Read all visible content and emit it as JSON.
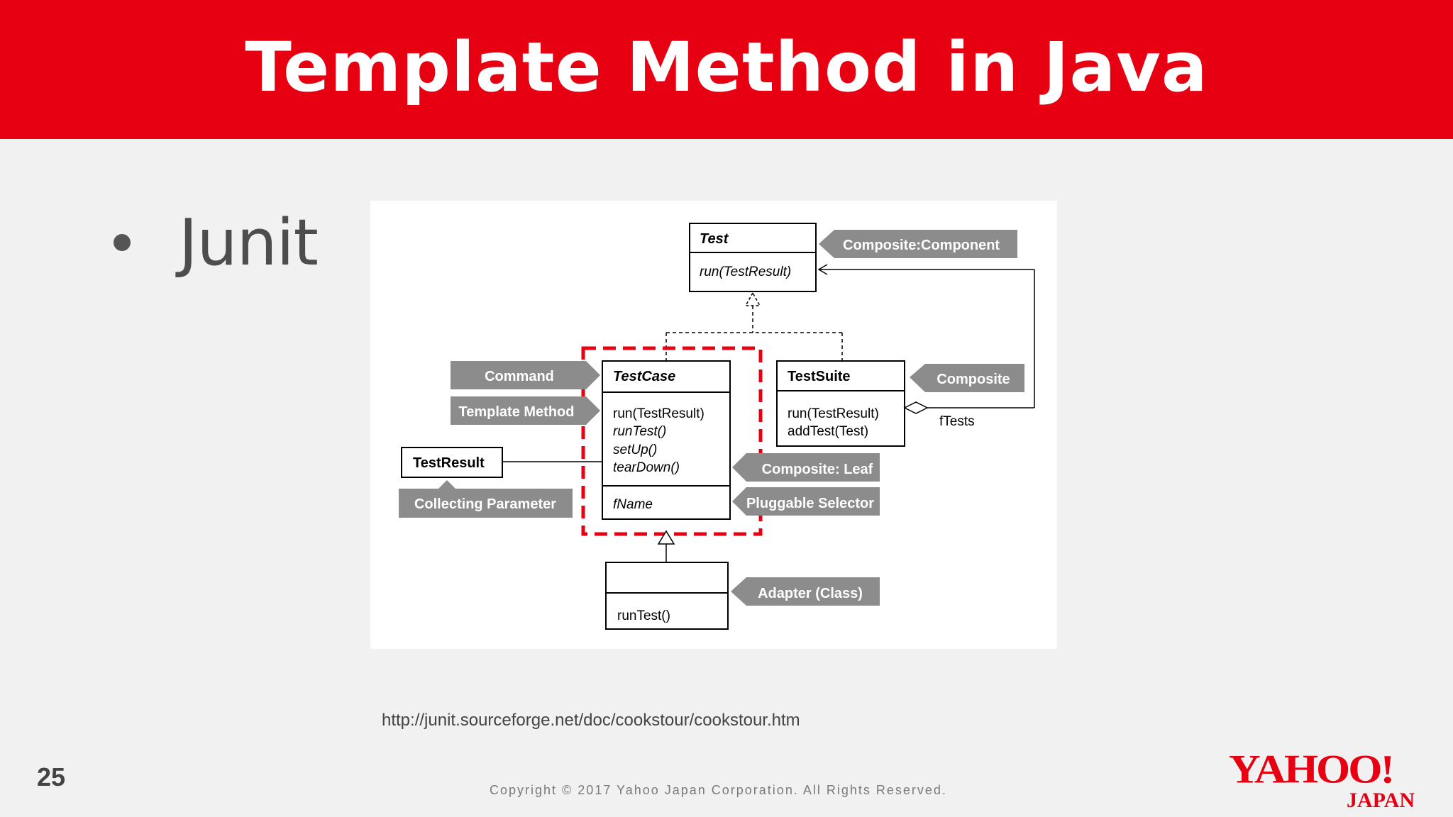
{
  "slide": {
    "title": "Template Method in Java",
    "bullet": "Junit",
    "page_number": "25",
    "source_url": "http://junit.sourceforge.net/doc/cookstour/cookstour.htm",
    "copyright": "Copyright © 2017  Yahoo Japan Corporation. All Rights Reserved.",
    "logo": {
      "main": "YAHOO!",
      "sub": "JAPAN",
      "color": "#e60012"
    },
    "accent_color": "#e60012"
  },
  "diagram": {
    "classes": {
      "test": {
        "name": "Test",
        "methods": [
          "run(TestResult)"
        ]
      },
      "testcase": {
        "name": "TestCase",
        "methods": [
          "run(TestResult)",
          "runTest()",
          "setUp()",
          "tearDown()"
        ],
        "fields": [
          "fName"
        ]
      },
      "testsuite": {
        "name": "TestSuite",
        "methods": [
          "run(TestResult)",
          "addTest(Test)"
        ]
      },
      "testresult": {
        "name": "TestResult"
      },
      "subclass": {
        "name": "",
        "methods": [
          "runTest()"
        ]
      }
    },
    "association_label": "fTests",
    "pattern_tags": {
      "composite_component": "Composite:Component",
      "command": "Command",
      "template_method": "Template Method",
      "composite": "Composite",
      "composite_leaf": "Composite: Leaf",
      "pluggable_selector": "Pluggable Selector",
      "collecting_parameter": "Collecting Parameter",
      "adapter_class": "Adapter (Class)"
    },
    "tag_color": "#8c8c8c",
    "highlight_color": "#e60012"
  }
}
